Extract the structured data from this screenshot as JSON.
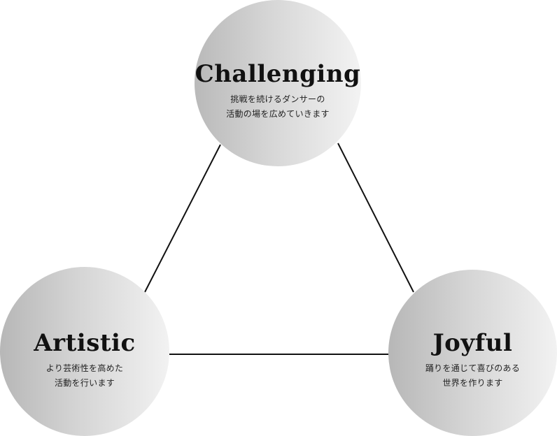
{
  "diagram": {
    "nodes": [
      {
        "id": "challenging",
        "title": "Challenging",
        "desc_line1": "挑戦を続けるダンサーの",
        "desc_line2": "活動の場を広めていきます"
      },
      {
        "id": "artistic",
        "title": "Artistic",
        "desc_line1": "より芸術性を高めた",
        "desc_line2": "活動を行います"
      },
      {
        "id": "joyful",
        "title": "Joyful",
        "desc_line1": "踊りを通じて喜びのある",
        "desc_line2": "世界を作ります"
      }
    ],
    "connections": [
      {
        "from": "challenging",
        "to": "artistic"
      },
      {
        "from": "challenging",
        "to": "joyful"
      },
      {
        "from": "artistic",
        "to": "joyful"
      }
    ]
  }
}
